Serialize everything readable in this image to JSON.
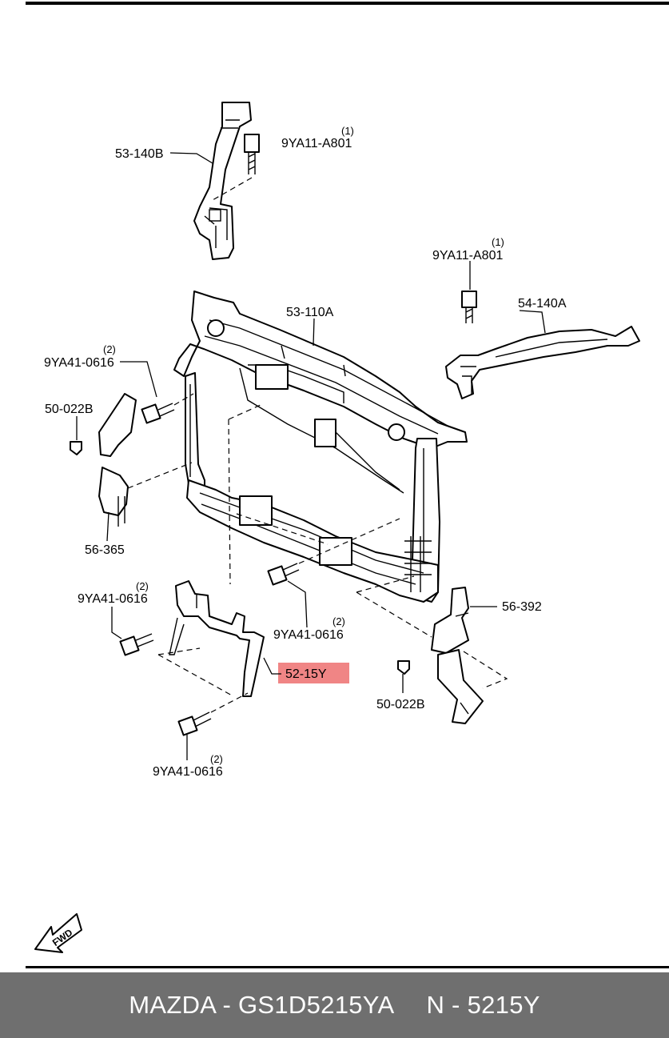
{
  "diagram": {
    "labels": {
      "p53_140b": "53-140B",
      "bolt_top": "9YA11-A801",
      "bolt_top_qty": "(1)",
      "bolt_right": "9YA11-A801",
      "bolt_right_qty": "(1)",
      "p54_140a": "54-140A",
      "p53_110a": "53-110A",
      "bolt_left_upper": "9YA41-0616",
      "bolt_left_upper_qty": "(2)",
      "clip_left": "50-022B",
      "p56_365": "56-365",
      "bolt_left_lower": "9YA41-0616",
      "bolt_left_lower_qty": "(2)",
      "bolt_center": "9YA41-0616",
      "bolt_center_qty": "(2)",
      "p56_392": "56-392",
      "p52_15y": "52-15Y",
      "clip_right": "50-022B",
      "bolt_bottom": "9YA41-0616",
      "bolt_bottom_qty": "(2)",
      "fwd": "FWD"
    },
    "highlight_color": "#f08585"
  },
  "footer": {
    "brand": "MAZDA - GS1D5215YA",
    "part_no": "N - 5215Y"
  },
  "colors": {
    "footer_bg": "#6f6f6f",
    "footer_text": "#ffffff",
    "ink": "#000000"
  }
}
